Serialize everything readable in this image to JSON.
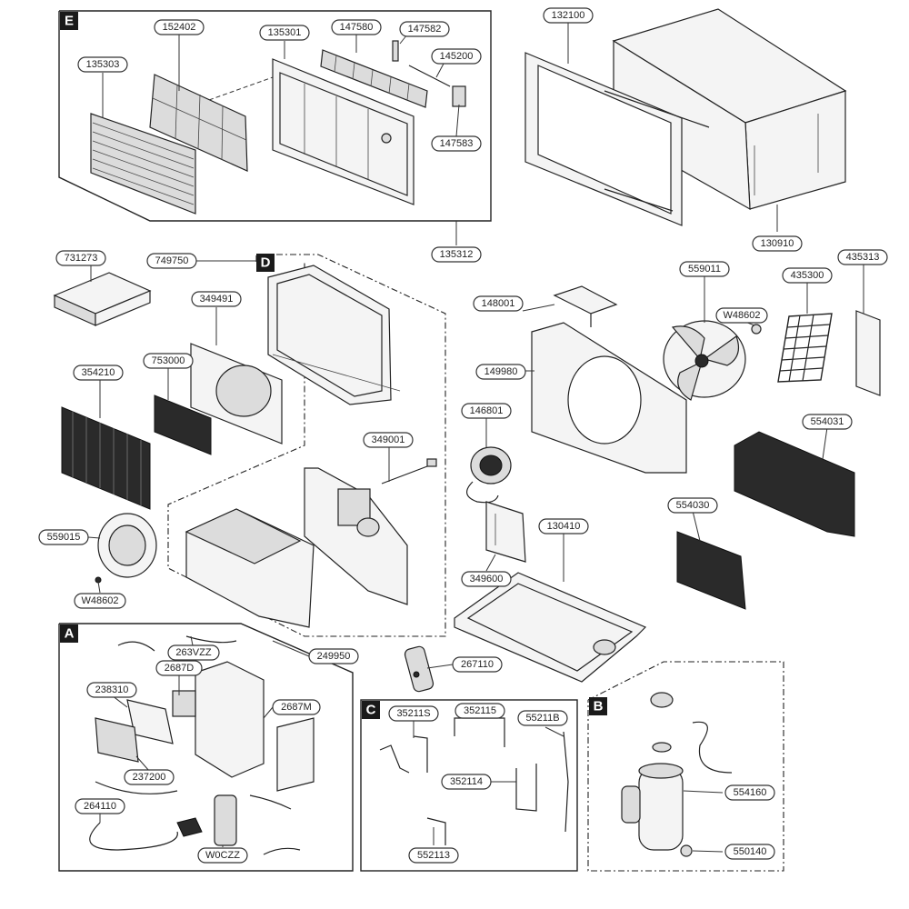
{
  "sections": [
    {
      "label": "E"
    },
    {
      "label": "D"
    },
    {
      "label": "A"
    },
    {
      "label": "C"
    },
    {
      "label": "B"
    }
  ],
  "parts": [
    {
      "label": "135303"
    },
    {
      "label": "152402"
    },
    {
      "label": "135301"
    },
    {
      "label": "147580"
    },
    {
      "label": "147582"
    },
    {
      "label": "145200"
    },
    {
      "label": "147583"
    },
    {
      "label": "135312"
    },
    {
      "label": "132100"
    },
    {
      "label": "130910"
    },
    {
      "label": "731273"
    },
    {
      "label": "749750"
    },
    {
      "label": "349491"
    },
    {
      "label": "753000"
    },
    {
      "label": "354210"
    },
    {
      "label": "559015"
    },
    {
      "label": "W48602"
    },
    {
      "label": "349001"
    },
    {
      "label": "148001"
    },
    {
      "label": "149980"
    },
    {
      "label": "146801"
    },
    {
      "label": "349600"
    },
    {
      "label": "130410"
    },
    {
      "label": "559011"
    },
    {
      "label": "W48602"
    },
    {
      "label": "435300"
    },
    {
      "label": "435313"
    },
    {
      "label": "554031"
    },
    {
      "label": "554030"
    },
    {
      "label": "263VZZ"
    },
    {
      "label": "249950"
    },
    {
      "label": "2687D"
    },
    {
      "label": "238310"
    },
    {
      "label": "2687M"
    },
    {
      "label": "237200"
    },
    {
      "label": "264110"
    },
    {
      "label": "W0CZZ"
    },
    {
      "label": "267110"
    },
    {
      "label": "35211S"
    },
    {
      "label": "352115"
    },
    {
      "label": "55211B"
    },
    {
      "label": "352114"
    },
    {
      "label": "552113"
    },
    {
      "label": "554160"
    },
    {
      "label": "550140"
    }
  ]
}
